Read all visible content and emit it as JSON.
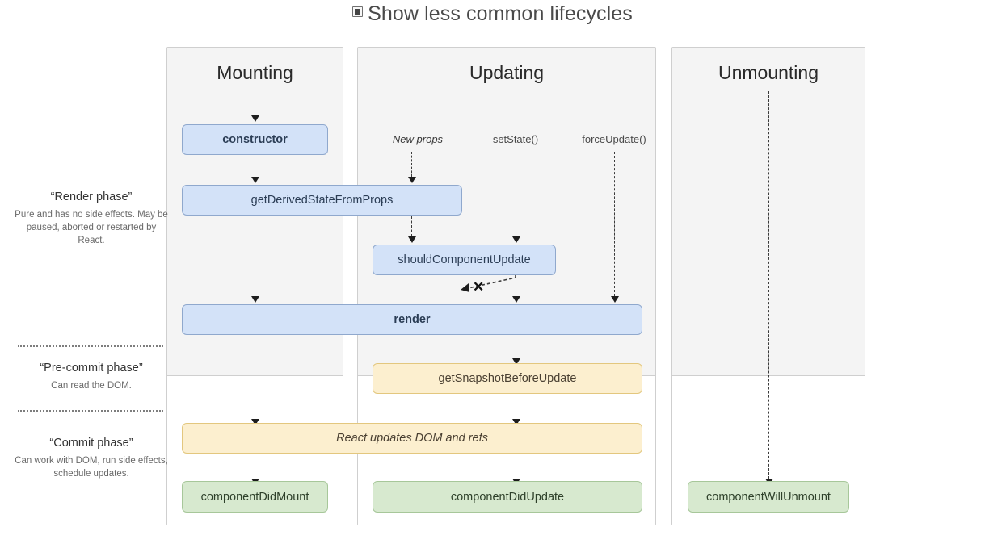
{
  "header": {
    "checkbox_checked": true,
    "label": "Show less common lifecycles"
  },
  "phases": [
    {
      "title": "“Render phase”",
      "description": "Pure and has no side effects. May be paused, aborted or restarted by React."
    },
    {
      "title": "“Pre-commit phase”",
      "description": "Can read the DOM."
    },
    {
      "title": "“Commit phase”",
      "description": "Can work with DOM, run side effects, schedule updates."
    }
  ],
  "columns": [
    {
      "title": "Mounting"
    },
    {
      "title": "Updating"
    },
    {
      "title": "Unmounting"
    }
  ],
  "triggers": [
    {
      "label": "New props",
      "style": "italic"
    },
    {
      "label": "setState()",
      "style": "normal"
    },
    {
      "label": "forceUpdate()",
      "style": "normal"
    }
  ],
  "boxes": [
    {
      "id": "constructor",
      "label": "constructor",
      "color": "blue",
      "weight": "bold"
    },
    {
      "id": "getDerivedStateFromProps",
      "label": "getDerivedStateFromProps",
      "color": "blue",
      "weight": "normal"
    },
    {
      "id": "shouldComponentUpdate",
      "label": "shouldComponentUpdate",
      "color": "blue",
      "weight": "normal"
    },
    {
      "id": "render",
      "label": "render",
      "color": "blue",
      "weight": "bold"
    },
    {
      "id": "getSnapshotBeforeUpdate",
      "label": "getSnapshotBeforeUpdate",
      "color": "yellow",
      "weight": "normal"
    },
    {
      "id": "reactUpdatesDom",
      "label": "React updates DOM and refs",
      "color": "yellow",
      "weight": "italic"
    },
    {
      "id": "componentDidMount",
      "label": "componentDidMount",
      "color": "green",
      "weight": "normal"
    },
    {
      "id": "componentDidUpdate",
      "label": "componentDidUpdate",
      "color": "green",
      "weight": "normal"
    },
    {
      "id": "componentWillUnmount",
      "label": "componentWillUnmount",
      "color": "green",
      "weight": "normal"
    }
  ],
  "symbols": {
    "abort_mark": "✕"
  },
  "colors": {
    "blue_fill": "#d3e2f8",
    "blue_stroke": "#8fa8cd",
    "yellow_fill": "#fcefcf",
    "yellow_stroke": "#e3c77e",
    "green_fill": "#d7e9cf",
    "green_stroke": "#a7c79a",
    "panel_fill": "#f4f4f4",
    "panel_stroke": "#cfcfcf"
  }
}
